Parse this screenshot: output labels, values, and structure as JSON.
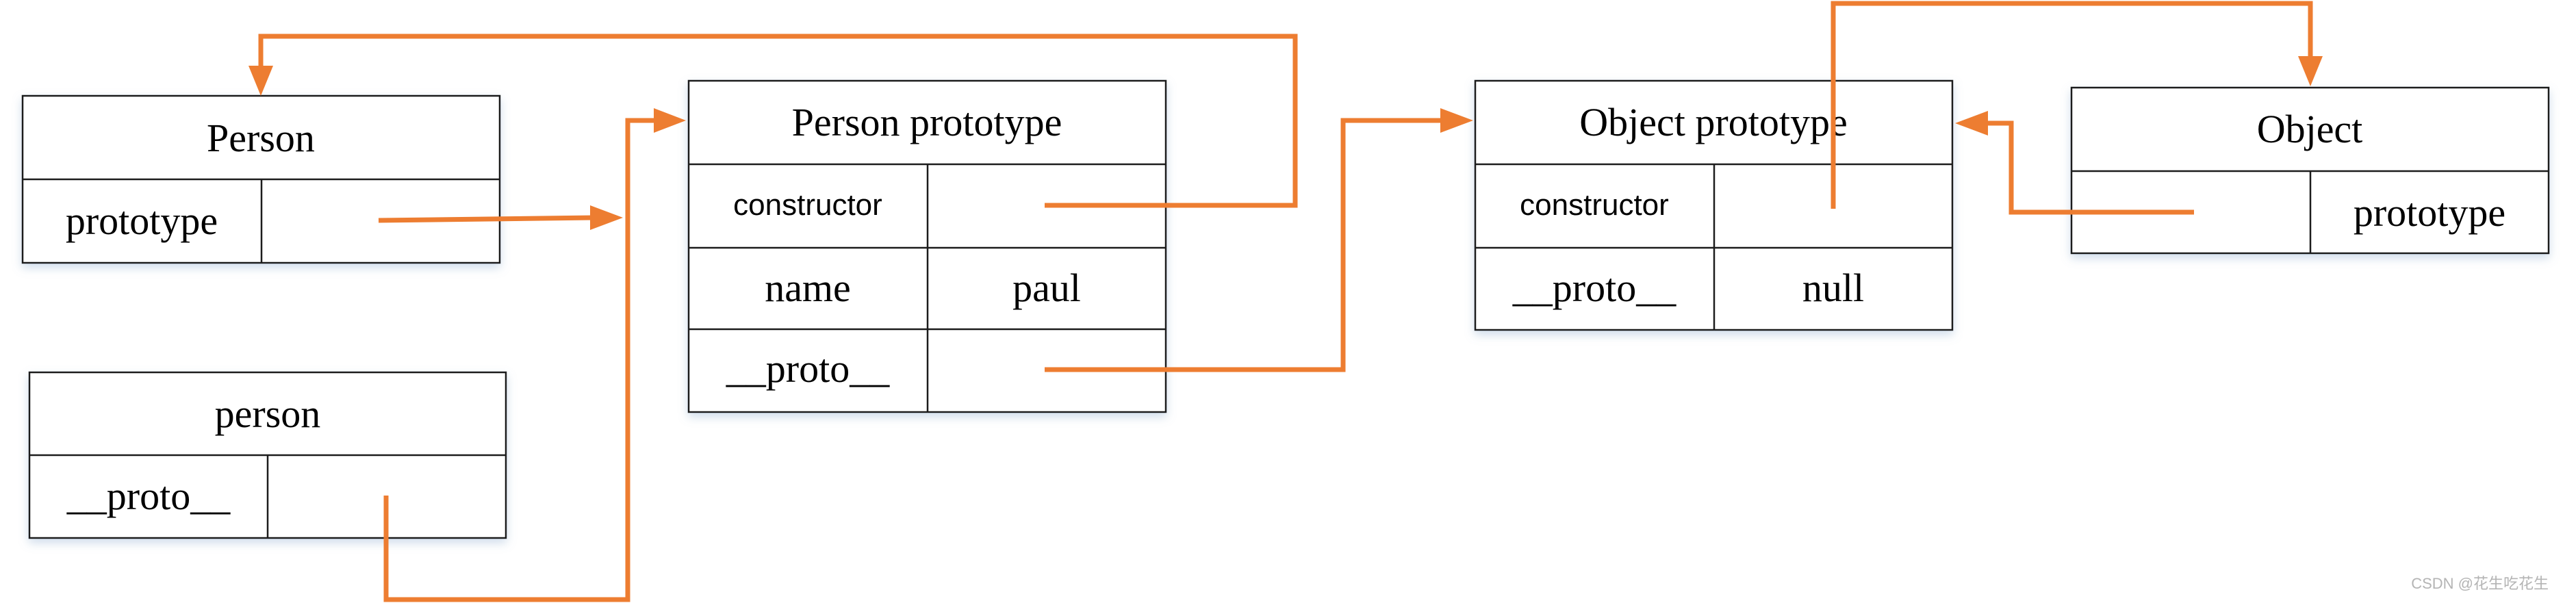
{
  "boxes": {
    "person_ctor": {
      "title": "Person",
      "row1_left": "prototype",
      "row1_right": ""
    },
    "person_instance": {
      "title": "person",
      "row1_left": "__proto__",
      "row1_right": ""
    },
    "person_prototype": {
      "title": "Person prototype",
      "row1_left": "constructor",
      "row1_right": "",
      "row2_left": "name",
      "row2_right": "paul",
      "row3_left": "__proto__",
      "row3_right": ""
    },
    "object_prototype": {
      "title": "Object prototype",
      "row1_left": "constructor",
      "row1_right": "",
      "row2_left": "__proto__",
      "row2_right": "null"
    },
    "object_ctor": {
      "title": "Object",
      "row1_left": "",
      "row1_right": "prototype"
    }
  },
  "colors": {
    "arrow": "#ed7d31",
    "border": "#1c1c1c",
    "text": "#000000"
  },
  "watermark": "CSDN @花生吃花生"
}
